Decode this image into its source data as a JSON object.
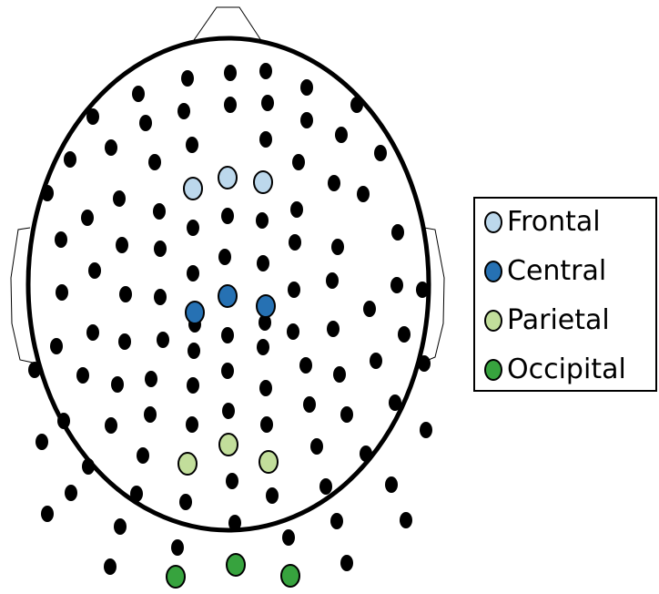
{
  "diagram": {
    "colors": {
      "outline": "#000000",
      "electrode_default": "#000000",
      "frontal": "#bcd8ec",
      "central": "#2671b3",
      "parietal": "#c2de9b",
      "occipital": "#37a33e"
    },
    "legend": [
      {
        "label": "Frontal",
        "color": "#bcd8ec"
      },
      {
        "label": "Central",
        "color": "#2671b3"
      },
      {
        "label": "Parietal",
        "color": "#c2de9b"
      },
      {
        "label": "Occipital",
        "color": "#37a33e"
      }
    ],
    "regions": {
      "frontal": {
        "count": 3
      },
      "central": {
        "count": 3
      },
      "parietal": {
        "count": 3
      },
      "occipital": {
        "count": 3
      }
    },
    "head_parts": [
      "nose",
      "left-ear",
      "right-ear",
      "scalp"
    ]
  }
}
